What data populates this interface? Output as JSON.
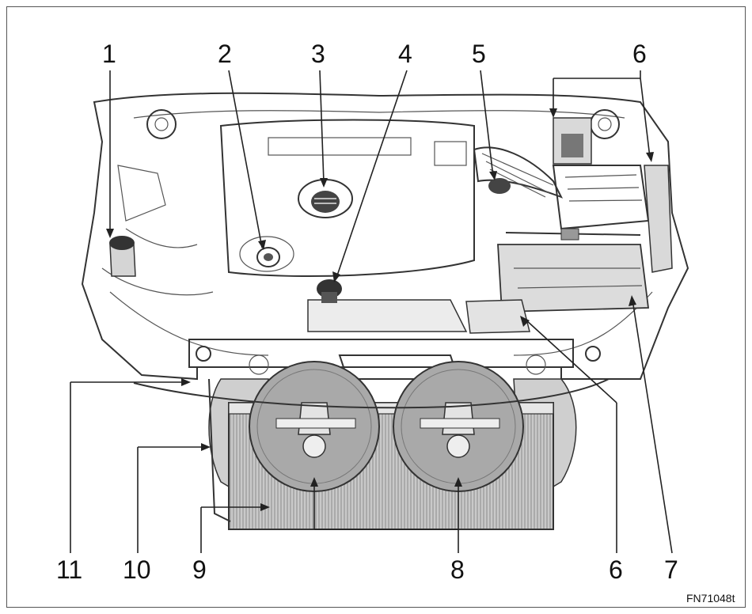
{
  "callouts": {
    "n1": "1",
    "n2": "2",
    "n3": "3",
    "n4": "4",
    "n5": "5",
    "n6_top": "6",
    "n11": "11",
    "n10": "10",
    "n9": "9",
    "n8": "8",
    "n6_bottom": "6",
    "n7": "7"
  },
  "figure_code": "FN71048t",
  "colors": {
    "ink": "#222222",
    "shade": "#cfcfcf",
    "dark": "#555555"
  }
}
